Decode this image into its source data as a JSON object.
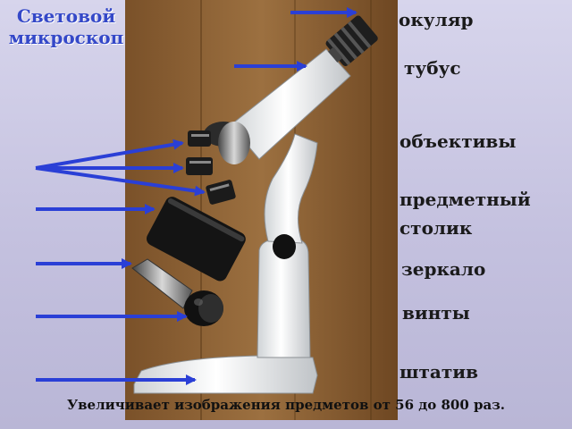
{
  "title": "Световой микроскоп",
  "labels": {
    "eyepiece": "окуляр",
    "tube": "тубус",
    "objectives": "объективы",
    "stage_line1": "предметный",
    "stage_line2": "столик",
    "mirror": "зеркало",
    "screws": "винты",
    "stand": "штатив"
  },
  "caption": "Увеличивает изображения предметов от 56 до 800 раз.",
  "colors": {
    "arrow": "#2a3fd6",
    "title": "#3448c8",
    "panel": "#8a6234"
  }
}
